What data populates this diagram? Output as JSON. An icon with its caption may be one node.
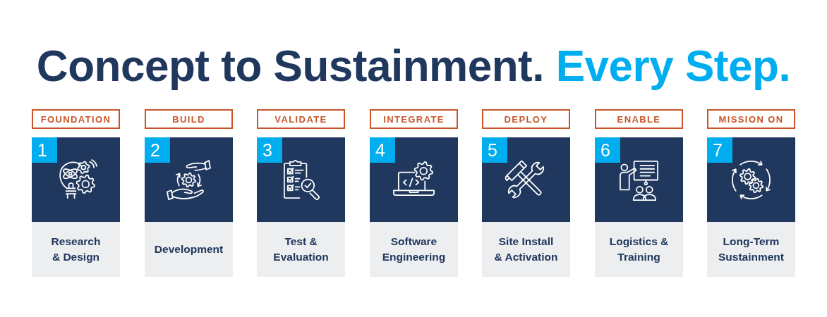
{
  "diagram": {
    "title": "Concept to Sustainment. Every Step.",
    "nodes": [
      {
        "text": [
          "FOUNDATION"
        ]
      },
      {
        "text": [
          "Research & Design"
        ]
      },
      {
        "text": [
          "1"
        ],
        "in": 1
      },
      {
        "text": [
          "BUILD"
        ]
      },
      {
        "text": [
          "Development"
        ]
      },
      {
        "text": [
          "2"
        ],
        "in": 4
      },
      {
        "text": [
          "VALIDATE"
        ]
      },
      {
        "text": [
          "Test & Evaluation"
        ]
      },
      {
        "text": [
          "3"
        ],
        "in": 7
      },
      {
        "text": [
          "INTEGRATE"
        ]
      },
      {
        "text": [
          "Software Engineering"
        ]
      },
      {
        "text": [
          "4"
        ],
        "in": 10
      },
      {
        "text": [
          "DEPLOY"
        ]
      },
      {
        "text": [
          "Site Install & Activation"
        ]
      },
      {
        "text": [
          "5"
        ],
        "in": 13
      },
      {
        "text": [
          "ENABLE"
        ]
      },
      {
        "text": [
          "Logistics & Training"
        ]
      },
      {
        "text": [
          "6"
        ],
        "in": 16
      },
      {
        "text": [
          "MISSION ON"
        ]
      },
      {
        "text": [
          "Long-Term Sustainment"
        ]
      },
      {
        "text": [
          "7"
        ],
        "in": 19
      }
    ]
  }
}
